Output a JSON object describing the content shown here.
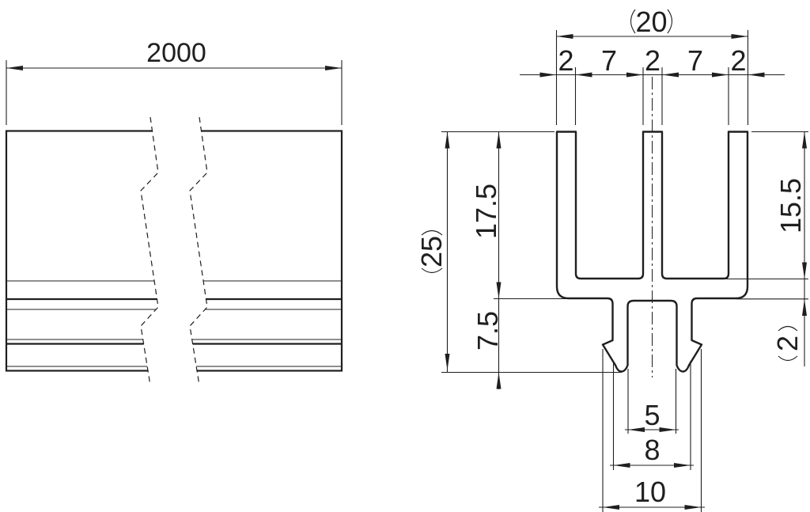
{
  "drawing": {
    "background": "#ffffff",
    "line_color": "#1f1f1f"
  },
  "side_view": {
    "length": "2000"
  },
  "section": {
    "width": "20",
    "chain": [
      "2",
      "7",
      "2",
      "7",
      "2"
    ],
    "height": "25",
    "depth_left": "17.5",
    "leg_height": "7.5",
    "slot_depth": "15.5",
    "web_thickness": "2",
    "channel_gap": "5",
    "leg_span": "8",
    "barb_span": "10"
  }
}
